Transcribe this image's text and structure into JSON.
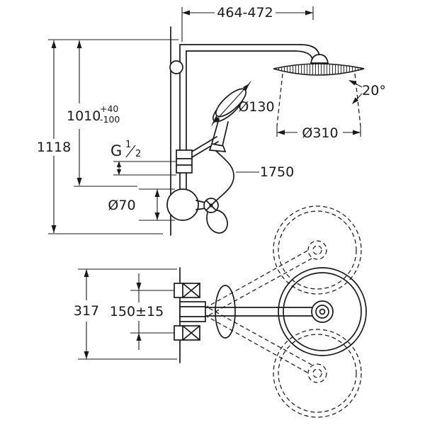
{
  "page": {
    "kind": "technical dimensional drawing",
    "subject": "wall-mounted shower system with head shower, hand shower and thermostat valve",
    "colors": {
      "ink": "#1a1a1a",
      "background": "#ffffff"
    }
  },
  "dims": {
    "width_range": "464-472",
    "height_1010": "1010",
    "tol_plus": "+40",
    "tol_minus": "-100",
    "height_1118": "1118",
    "thread_g": "G",
    "thread_num": "1",
    "thread_den": "2",
    "hand_shower_diameter": "Ø130",
    "spray_angle": "20°",
    "head_diameter": "Ø310",
    "hose_length": "1750",
    "escutcheon_diameter": "Ø70",
    "plan_height": "317",
    "supply_distance": "150±15"
  }
}
